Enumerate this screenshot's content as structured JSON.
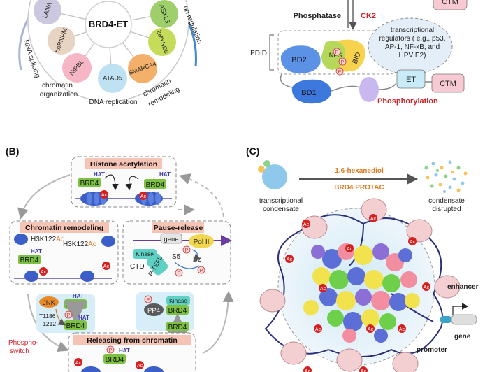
{
  "colors": {
    "acetyl_red": "#d62020",
    "brd4_green": "#7dc142",
    "kinase_teal": "#5fd1c4",
    "histone_blue": "#3a5fc8",
    "nucleosome_pink": "#f2c9cc",
    "title_box": "#f6c4b5",
    "phospho_red": "#d21f26",
    "ck2_red": "#d21f26",
    "hexanediol_orange": "#e07b22"
  },
  "panel_a": {
    "hub": "BRD4-ET",
    "partners": [
      "LANA",
      "hnRNPM",
      "NIPBL",
      "ATAD5",
      "SMARCA4",
      "ZMYND8",
      "ASXL3"
    ],
    "categories": [
      "RNA splicing",
      "chromatin",
      "organization",
      "DNA replication",
      "chromatin",
      "remodeling",
      "on regulation"
    ],
    "domains": {
      "bd1": "BD1",
      "bd2": "BD2",
      "nps": "NPS",
      "bid": "BID",
      "et": "ET",
      "ctm_top": "CTM",
      "ctm": "CTM",
      "pdid": "PDID",
      "p": "P"
    },
    "phosphatase": "Phosphatase",
    "ck2": "CK2",
    "regulators": [
      "transcriptional",
      "regulators ( e.g., p53,",
      "AP-1, NF-κB, and",
      "HPV E2)"
    ],
    "phosphorylation": "Phosphorylation"
  },
  "panel_b": {
    "label": "(B)",
    "titles": {
      "histone": "Histone acetylation",
      "remodeling": "Chromatin remodeling",
      "pause": "Pause-release",
      "releasing": "Releasing  from chromatin"
    },
    "hat": "HAT",
    "brd4": "BRD4",
    "ac": "Ac",
    "h3k_prefix": "H3K122",
    "h3k_suffix": "Ac",
    "gene": "gene",
    "pol": "Pol II",
    "kinase": "Kinase",
    "ptefb": "P-TEFb",
    "ctd": "CTD",
    "s5": "S5",
    "s2": "S2",
    "p": "P",
    "jnk": "JNK",
    "t1186": "T1186",
    "t1212": "T1212",
    "pp4": "PP4",
    "switch": [
      "Phospho-",
      "switch"
    ]
  },
  "panel_c": {
    "label": "(C)",
    "hexanediol": "1,6-hexanediol",
    "protac": "BRD4 PROTAC",
    "condensate": [
      "transcriptional",
      "condensate"
    ],
    "disrupted": [
      "condensate",
      "disrupted"
    ],
    "enhancer": "enhancer",
    "gene": "gene",
    "promoter": "promoter",
    "ac": "Ac"
  }
}
